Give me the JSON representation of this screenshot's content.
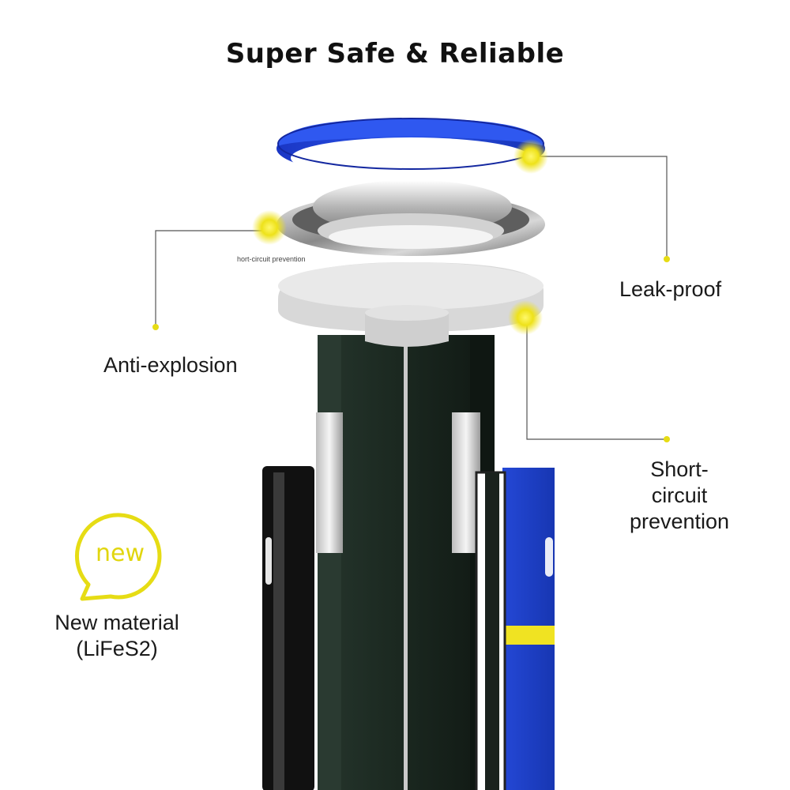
{
  "title": "Super Safe & Reliable",
  "labels": {
    "leak_proof": "Leak-proof",
    "anti_explosion": "Anti-explosion",
    "short_circuit_line1": "Short-circuit",
    "short_circuit_line2": "prevention",
    "new_material_line1": "New material",
    "new_material_line2": "(LiFeS2)",
    "tiny_caption": "hort-circuit prevention"
  },
  "badge": {
    "text": "new"
  },
  "colors": {
    "accent_yellow": "#e6dc14",
    "seal_blue": "#1f3fd8",
    "battery_blue": "#1f45c8",
    "cell_dark": "#1b2a22"
  }
}
